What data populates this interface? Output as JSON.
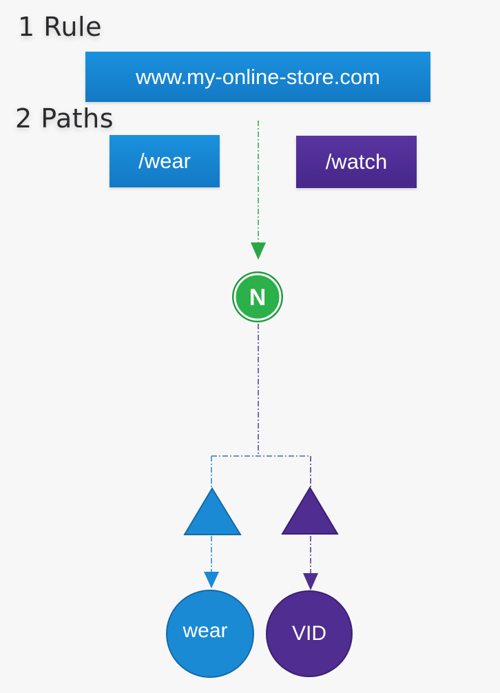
{
  "headings": {
    "rule": "1 Rule",
    "paths": "2 Paths"
  },
  "host": {
    "label": "www.my-online-store.com"
  },
  "paths": [
    {
      "label": "/wear"
    },
    {
      "label": "/watch"
    }
  ],
  "ingress": {
    "letter": "N"
  },
  "services": [
    {
      "label": "wear"
    },
    {
      "label": "VID"
    }
  ],
  "colors": {
    "blue": "#1a8ad4",
    "purple": "#4f2d91",
    "green": "#27a844",
    "background": "#f7f7f8"
  },
  "icons": {
    "ingress": "nginx-icon",
    "service": "triangle-icon",
    "pod": "circle-icon"
  }
}
